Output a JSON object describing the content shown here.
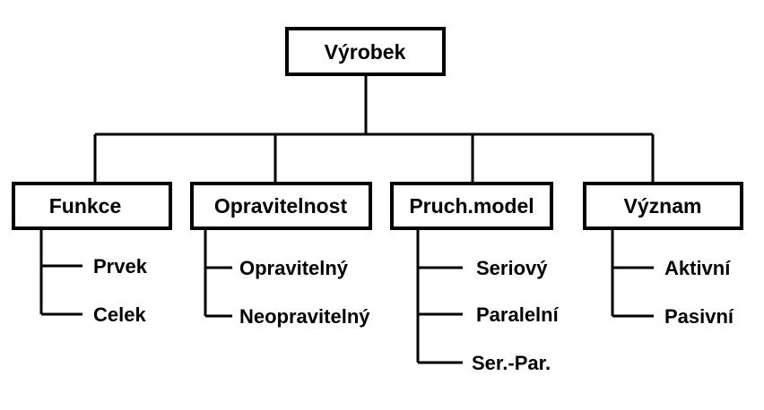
{
  "root": {
    "label": "Výrobek"
  },
  "categories": [
    {
      "label": "Funkce",
      "items": [
        "Prvek",
        "Celek"
      ]
    },
    {
      "label": "Opravitelnost",
      "items": [
        "Opravitelný",
        "Neopravitelný"
      ]
    },
    {
      "label": "Pruch.model",
      "items": [
        "Seriový",
        "Paralelní",
        "Ser.-Par."
      ]
    },
    {
      "label": "Význam",
      "items": [
        "Aktivní",
        "Pasivní"
      ]
    }
  ],
  "colors": {
    "line": "#000000",
    "box_fill": "#ffffff",
    "text": "#000000"
  }
}
